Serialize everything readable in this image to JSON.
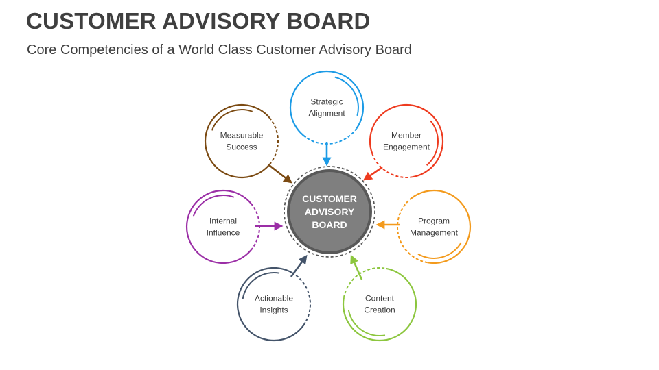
{
  "header": {
    "title": "CUSTOMER ADVISORY BOARD",
    "subtitle": "Core Competencies of a World Class Customer Advisory Board"
  },
  "center": {
    "lines": [
      "CUSTOMER",
      "ADVISORY",
      "BOARD"
    ],
    "fill": "#7f7f7f",
    "ring": "#595959"
  },
  "nodes": [
    {
      "id": "strategic-alignment",
      "lines": [
        "Strategic",
        "Alignment"
      ],
      "color": "#1c9be6"
    },
    {
      "id": "member-engagement",
      "lines": [
        "Member",
        "Engagement"
      ],
      "color": "#ee3b1f"
    },
    {
      "id": "program-management",
      "lines": [
        "Program",
        "Management"
      ],
      "color": "#f39a1c"
    },
    {
      "id": "content-creation",
      "lines": [
        "Content",
        "Creation"
      ],
      "color": "#8cc63e"
    },
    {
      "id": "actionable-insights",
      "lines": [
        "Actionable",
        "Insights"
      ],
      "color": "#44546a"
    },
    {
      "id": "internal-influence",
      "lines": [
        "Internal",
        "Influence"
      ],
      "color": "#9b2ea6"
    },
    {
      "id": "measurable-success",
      "lines": [
        "Measurable",
        "Success"
      ],
      "color": "#7b4a12"
    }
  ]
}
